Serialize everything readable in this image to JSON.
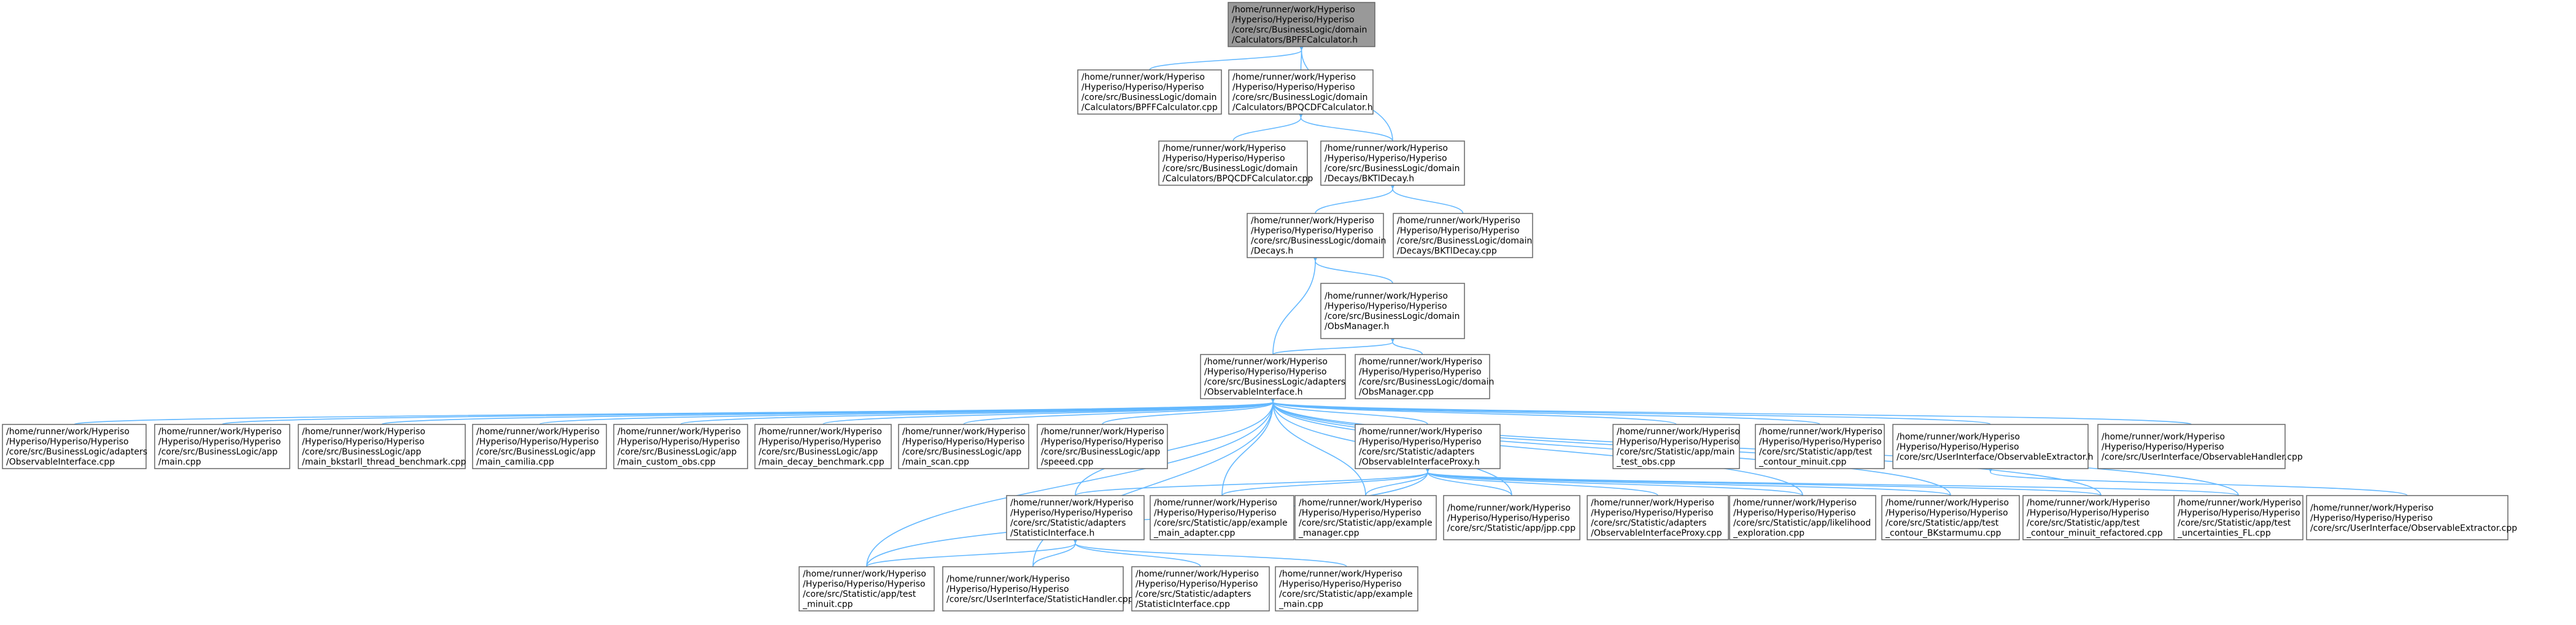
{
  "nodes": [
    {
      "id": "root",
      "lines": [
        "/home/runner/work/Hyperiso",
        "/Hyperiso/Hyperiso/Hyperiso",
        "/core/src/BusinessLogic/domain",
        "/Calculators/BPFFCalculator.h"
      ],
      "highlight": true
    },
    {
      "id": "bpffcpp",
      "lines": [
        "/home/runner/work/Hyperiso",
        "/Hyperiso/Hyperiso/Hyperiso",
        "/core/src/BusinessLogic/domain",
        "/Calculators/BPFFCalculator.cpp"
      ]
    },
    {
      "id": "bpqcdh",
      "lines": [
        "/home/runner/work/Hyperiso",
        "/Hyperiso/Hyperiso/Hyperiso",
        "/core/src/BusinessLogic/domain",
        "/Calculators/BPQCDFCalculator.h"
      ]
    },
    {
      "id": "bpqcdcpp",
      "lines": [
        "/home/runner/work/Hyperiso",
        "/Hyperiso/Hyperiso/Hyperiso",
        "/core/src/BusinessLogic/domain",
        "/Calculators/BPQCDFCalculator.cpp"
      ]
    },
    {
      "id": "bktlh",
      "lines": [
        "/home/runner/work/Hyperiso",
        "/Hyperiso/Hyperiso/Hyperiso",
        "/core/src/BusinessLogic/domain",
        "/Decays/BKTlDecay.h"
      ]
    },
    {
      "id": "decaysh",
      "lines": [
        "/home/runner/work/Hyperiso",
        "/Hyperiso/Hyperiso/Hyperiso",
        "/core/src/BusinessLogic/domain",
        "/Decays.h"
      ]
    },
    {
      "id": "bktlcpp",
      "lines": [
        "/home/runner/work/Hyperiso",
        "/Hyperiso/Hyperiso/Hyperiso",
        "/core/src/BusinessLogic/domain",
        "/Decays/BKTlDecay.cpp"
      ]
    },
    {
      "id": "obsmgrh",
      "lines": [
        "/home/runner/work/Hyperiso",
        "/Hyperiso/Hyperiso/Hyperiso",
        "/core/src/BusinessLogic/domain",
        "/ObsManager.h"
      ]
    },
    {
      "id": "obsifh",
      "lines": [
        "/home/runner/work/Hyperiso",
        "/Hyperiso/Hyperiso/Hyperiso",
        "/core/src/BusinessLogic/adapters",
        "/ObservableInterface.h"
      ]
    },
    {
      "id": "obsmgrcpp",
      "lines": [
        "/home/runner/work/Hyperiso",
        "/Hyperiso/Hyperiso/Hyperiso",
        "/core/src/BusinessLogic/domain",
        "/ObsManager.cpp"
      ]
    },
    {
      "id": "obsifcpp",
      "lines": [
        "/home/runner/work/Hyperiso",
        "/Hyperiso/Hyperiso/Hyperiso",
        "/core/src/BusinessLogic/adapters",
        "/ObservableInterface.cpp"
      ]
    },
    {
      "id": "maincpp",
      "lines": [
        "/home/runner/work/Hyperiso",
        "/Hyperiso/Hyperiso/Hyperiso",
        "/core/src/BusinessLogic/app",
        "/main.cpp"
      ]
    },
    {
      "id": "mainbk",
      "lines": [
        "/home/runner/work/Hyperiso",
        "/Hyperiso/Hyperiso/Hyperiso",
        "/core/src/BusinessLogic/app",
        "/main_bkstarll_thread_benchmark.cpp"
      ]
    },
    {
      "id": "maincam",
      "lines": [
        "/home/runner/work/Hyperiso",
        "/Hyperiso/Hyperiso/Hyperiso",
        "/core/src/BusinessLogic/app",
        "/main_camilia.cpp"
      ]
    },
    {
      "id": "maincustom",
      "lines": [
        "/home/runner/work/Hyperiso",
        "/Hyperiso/Hyperiso/Hyperiso",
        "/core/src/BusinessLogic/app",
        "/main_custom_obs.cpp"
      ]
    },
    {
      "id": "maindecay",
      "lines": [
        "/home/runner/work/Hyperiso",
        "/Hyperiso/Hyperiso/Hyperiso",
        "/core/src/BusinessLogic/app",
        "/main_decay_benchmark.cpp"
      ]
    },
    {
      "id": "mainscan",
      "lines": [
        "/home/runner/work/Hyperiso",
        "/Hyperiso/Hyperiso/Hyperiso",
        "/core/src/BusinessLogic/app",
        "/main_scan.cpp"
      ]
    },
    {
      "id": "speeed",
      "lines": [
        "/home/runner/work/Hyperiso",
        "/Hyperiso/Hyperiso/Hyperiso",
        "/core/src/BusinessLogic/app",
        "/speeed.cpp"
      ]
    },
    {
      "id": "obsproxyh",
      "lines": [
        "/home/runner/work/Hyperiso",
        "/Hyperiso/Hyperiso/Hyperiso",
        "/core/src/Statistic/adapters",
        "/ObservableInterfaceProxy.h"
      ]
    },
    {
      "id": "maintestobs",
      "lines": [
        "/home/runner/work/Hyperiso",
        "/Hyperiso/Hyperiso/Hyperiso",
        "/core/src/Statistic/app/main",
        "_test_obs.cpp"
      ]
    },
    {
      "id": "testcontour",
      "lines": [
        "/home/runner/work/Hyperiso",
        "/Hyperiso/Hyperiso/Hyperiso",
        "/core/src/Statistic/app/test",
        "_contour_minuit.cpp"
      ]
    },
    {
      "id": "obsexth",
      "lines": [
        "/home/runner/work/Hyperiso",
        "/Hyperiso/Hyperiso/Hyperiso",
        "/core/src/UserInterface/ObservableExtractor.h"
      ]
    },
    {
      "id": "obshandler",
      "lines": [
        "/home/runner/work/Hyperiso",
        "/Hyperiso/Hyperiso/Hyperiso",
        "/core/src/UserInterface/ObservableHandler.cpp"
      ]
    },
    {
      "id": "statifh",
      "lines": [
        "/home/runner/work/Hyperiso",
        "/Hyperiso/Hyperiso/Hyperiso",
        "/core/src/Statistic/adapters",
        "/StatisticInterface.h"
      ]
    },
    {
      "id": "exmainadapter",
      "lines": [
        "/home/runner/work/Hyperiso",
        "/Hyperiso/Hyperiso/Hyperiso",
        "/core/src/Statistic/app/example",
        "_main_adapter.cpp"
      ]
    },
    {
      "id": "exmanager",
      "lines": [
        "/home/runner/work/Hyperiso",
        "/Hyperiso/Hyperiso/Hyperiso",
        "/core/src/Statistic/app/example",
        "_manager.cpp"
      ]
    },
    {
      "id": "jpp",
      "lines": [
        "/home/runner/work/Hyperiso",
        "/Hyperiso/Hyperiso/Hyperiso",
        "/core/src/Statistic/app/jpp.cpp"
      ]
    },
    {
      "id": "obsproxycpp",
      "lines": [
        "/home/runner/work/Hyperiso",
        "/Hyperiso/Hyperiso/Hyperiso",
        "/core/src/Statistic/adapters",
        "/ObservableInterfaceProxy.cpp"
      ]
    },
    {
      "id": "likelihood",
      "lines": [
        "/home/runner/work/Hyperiso",
        "/Hyperiso/Hyperiso/Hyperiso",
        "/core/src/Statistic/app/likelihood",
        "_exploration.cpp"
      ]
    },
    {
      "id": "testbk",
      "lines": [
        "/home/runner/work/Hyperiso",
        "/Hyperiso/Hyperiso/Hyperiso",
        "/core/src/Statistic/app/test",
        "_contour_BKstarmumu.cpp"
      ]
    },
    {
      "id": "testrefactored",
      "lines": [
        "/home/runner/work/Hyperiso",
        "/Hyperiso/Hyperiso/Hyperiso",
        "/core/src/Statistic/app/test",
        "_contour_minuit_refactored.cpp"
      ]
    },
    {
      "id": "testuncert",
      "lines": [
        "/home/runner/work/Hyperiso",
        "/Hyperiso/Hyperiso/Hyperiso",
        "/core/src/Statistic/app/test",
        "_uncertainties_FL.cpp"
      ]
    },
    {
      "id": "obsextcpp",
      "lines": [
        "/home/runner/work/Hyperiso",
        "/Hyperiso/Hyperiso/Hyperiso",
        "/core/src/UserInterface/ObservableExtractor.cpp"
      ]
    },
    {
      "id": "testminuit",
      "lines": [
        "/home/runner/work/Hyperiso",
        "/Hyperiso/Hyperiso/Hyperiso",
        "/core/src/Statistic/app/test",
        "_minuit.cpp"
      ]
    },
    {
      "id": "stathandler",
      "lines": [
        "/home/runner/work/Hyperiso",
        "/Hyperiso/Hyperiso/Hyperiso",
        "/core/src/UserInterface/StatisticHandler.cpp"
      ]
    },
    {
      "id": "statifcpp",
      "lines": [
        "/home/runner/work/Hyperiso",
        "/Hyperiso/Hyperiso/Hyperiso",
        "/core/src/Statistic/adapters",
        "/StatisticInterface.cpp"
      ]
    },
    {
      "id": "exmain",
      "lines": [
        "/home/runner/work/Hyperiso",
        "/Hyperiso/Hyperiso/Hyperiso",
        "/core/src/Statistic/app/example",
        "_main.cpp"
      ]
    }
  ],
  "edges": [
    [
      "root",
      "bpffcpp"
    ],
    [
      "root",
      "bpqcdh"
    ],
    [
      "root",
      "bktlh"
    ],
    [
      "bpqcdh",
      "bpqcdcpp"
    ],
    [
      "bpqcdh",
      "bktlh"
    ],
    [
      "bktlh",
      "decaysh"
    ],
    [
      "bktlh",
      "bktlcpp"
    ],
    [
      "decaysh",
      "obsmgrh"
    ],
    [
      "decaysh",
      "obsifh"
    ],
    [
      "obsmgrh",
      "obsifh"
    ],
    [
      "obsmgrh",
      "obsmgrcpp"
    ],
    [
      "obsifh",
      "obsifcpp"
    ],
    [
      "obsifh",
      "maincpp"
    ],
    [
      "obsifh",
      "mainbk"
    ],
    [
      "obsifh",
      "maincam"
    ],
    [
      "obsifh",
      "maincustom"
    ],
    [
      "obsifh",
      "maindecay"
    ],
    [
      "obsifh",
      "mainscan"
    ],
    [
      "obsifh",
      "speeed"
    ],
    [
      "obsifh",
      "obsproxyh"
    ],
    [
      "obsifh",
      "maintestobs"
    ],
    [
      "obsifh",
      "testcontour"
    ],
    [
      "obsifh",
      "obsexth"
    ],
    [
      "obsifh",
      "obshandler"
    ],
    [
      "obsifh",
      "statifh"
    ],
    [
      "obsifh",
      "exmainadapter"
    ],
    [
      "obsifh",
      "exmanager"
    ],
    [
      "obsifh",
      "testminuit"
    ],
    [
      "obsifh",
      "stathandler"
    ],
    [
      "obsifh",
      "testbk"
    ],
    [
      "obsifh",
      "testrefactored"
    ],
    [
      "obsifh",
      "testuncert"
    ],
    [
      "obsifh",
      "jpp"
    ],
    [
      "obsifh",
      "likelihood"
    ],
    [
      "obsproxyh",
      "statifh"
    ],
    [
      "obsproxyh",
      "exmainadapter"
    ],
    [
      "obsproxyh",
      "exmanager"
    ],
    [
      "obsproxyh",
      "jpp"
    ],
    [
      "obsproxyh",
      "obsproxycpp"
    ],
    [
      "obsproxyh",
      "likelihood"
    ],
    [
      "obsproxyh",
      "testbk"
    ],
    [
      "obsproxyh",
      "testrefactored"
    ],
    [
      "obsproxyh",
      "testuncert"
    ],
    [
      "obsproxyh",
      "testminuit"
    ],
    [
      "obsexth",
      "obsextcpp"
    ],
    [
      "statifh",
      "testminuit"
    ],
    [
      "statifh",
      "stathandler"
    ],
    [
      "statifh",
      "statifcpp"
    ],
    [
      "statifh",
      "exmain"
    ]
  ]
}
